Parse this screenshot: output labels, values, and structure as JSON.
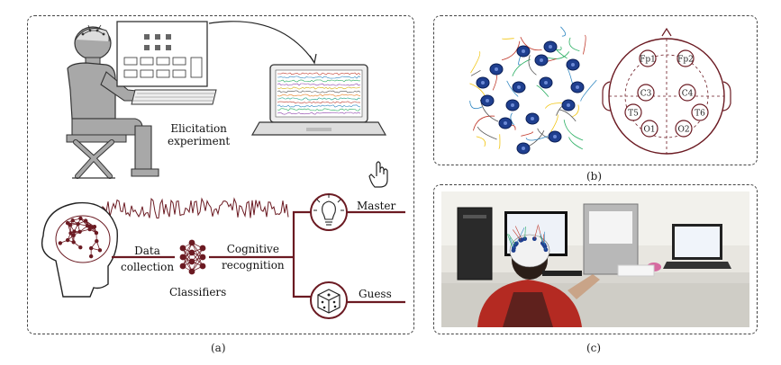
{
  "panel_a": {
    "caption": "(a)",
    "elicitation_line1": "Elicitation",
    "elicitation_line2": "experiment",
    "data_collection_line1": "Data",
    "data_collection_line2": "collection",
    "classifiers": "Classifiers",
    "cognitive_line1": "Cognitive",
    "cognitive_line2": "recognition",
    "master": "Master",
    "guess": "Guess"
  },
  "panel_b": {
    "caption": "(b)",
    "electrodes": [
      "Fp1",
      "Fp2",
      "C3",
      "C4",
      "T5",
      "T6",
      "O1",
      "O2"
    ]
  },
  "panel_c": {
    "caption": "(c)"
  },
  "colors": {
    "accent": "#6b1a22",
    "figure_gray": "#a8a8a8",
    "outline": "#333333",
    "eeg_cap_blue": "#1f3f8f"
  },
  "icons": [
    "brain-network-icon",
    "neural-network-icon",
    "lightbulb-icon",
    "dice-icon",
    "hand-cursor-icon",
    "laptop-icon",
    "monitor-icon",
    "person-icon"
  ]
}
